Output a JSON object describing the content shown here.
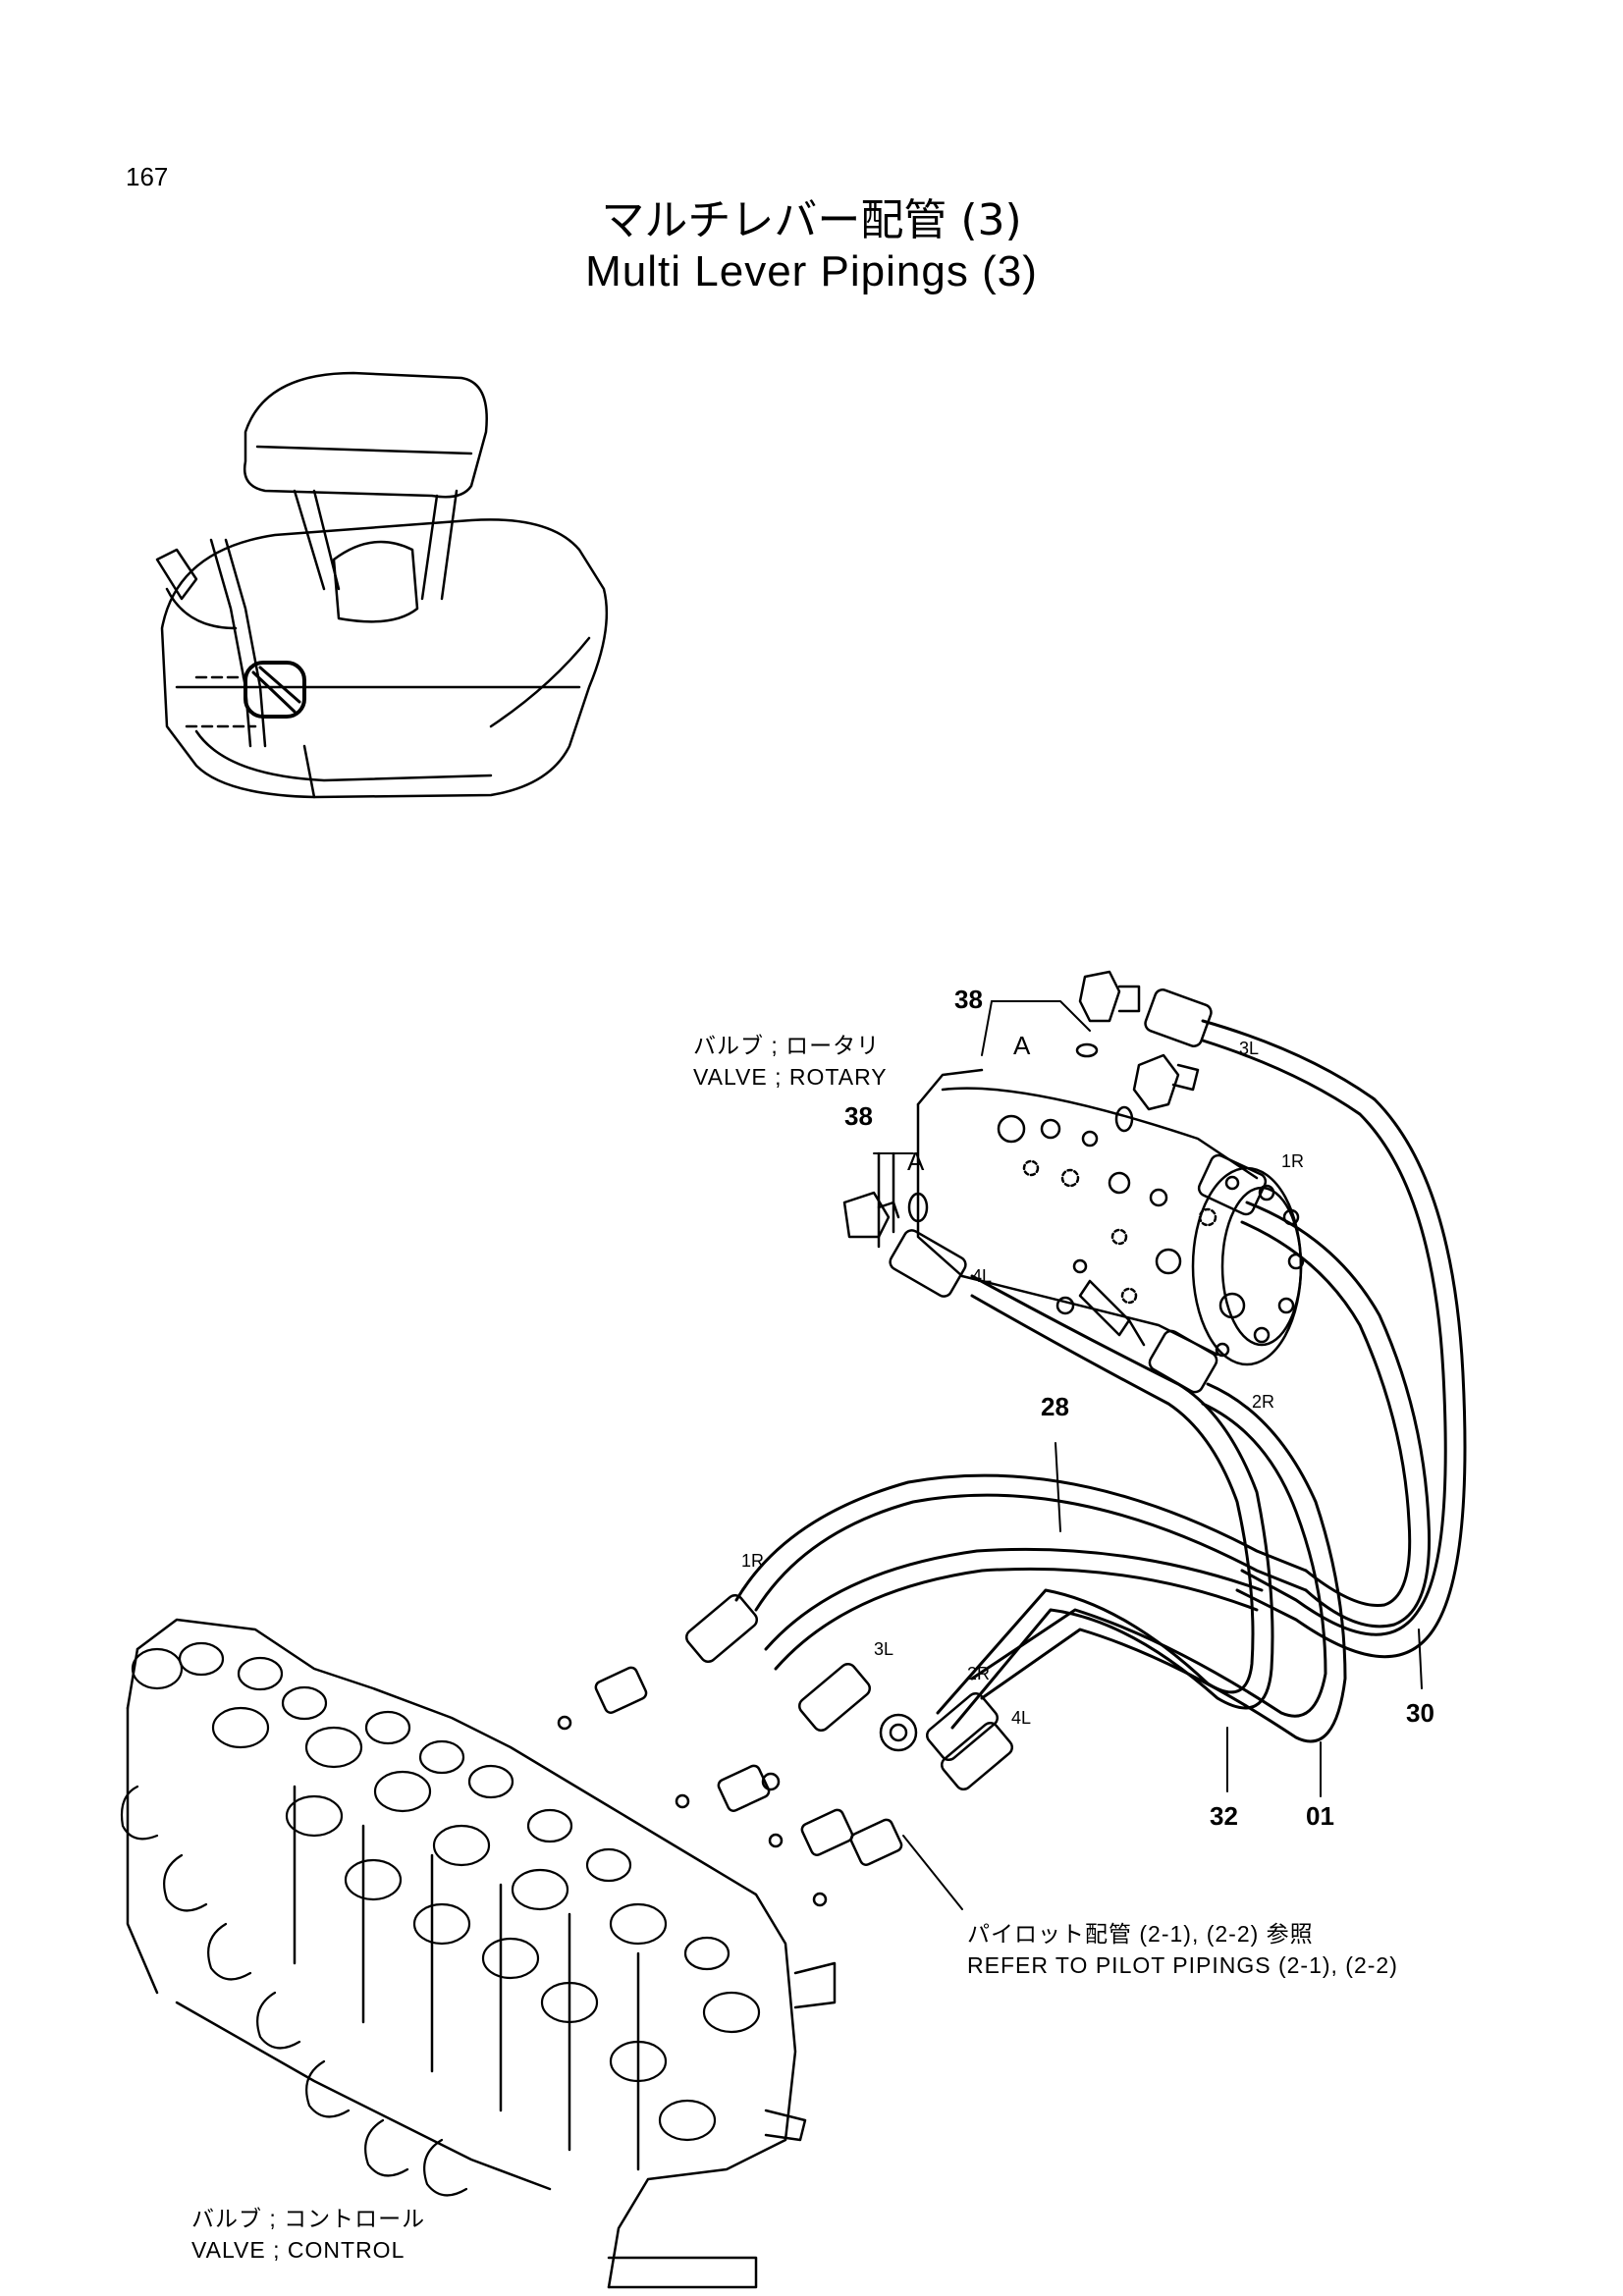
{
  "page_number": "167",
  "title_jp": "マルチレバー配管 (3)",
  "title_en": "Multi Lever Pipings (3)",
  "labels": {
    "rotary_valve_jp": "バルブ ; ロータリ",
    "rotary_valve_en": "VALVE ; ROTARY",
    "control_valve_jp": "バルブ ; コントロール",
    "control_valve_en": "VALVE ; CONTROL",
    "pilot_ref_jp": "パイロット配管 (2-1), (2-2) 参照",
    "pilot_ref_en": "REFER TO PILOT PIPINGS (2-1), (2-2)"
  },
  "callouts": {
    "c38_top": "38",
    "c38_left": "38",
    "a_top": "A",
    "a_left": "A",
    "c28": "28",
    "c30": "30",
    "c32": "32",
    "c01": "01"
  },
  "ports": {
    "p3l_top": "3L",
    "p1r_top": "1R",
    "p4l_top": "4L",
    "p2r_top": "2R",
    "p1r_bottom": "1R",
    "p3l_bottom": "3L",
    "p2r_bottom": "2R",
    "p4l_bottom": "4L"
  }
}
